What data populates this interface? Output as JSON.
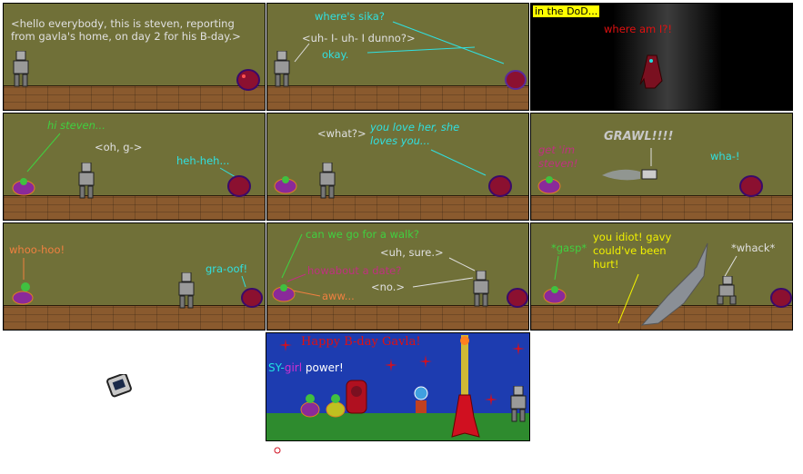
{
  "panels": [
    {
      "texts": [
        "<hello everybody, this is steven, reporting",
        "from gavla's home, on day 2 for his B-day.>"
      ]
    },
    {
      "texts": [
        "where's sika?",
        "<uh- I- uh- I dunno?>",
        "okay."
      ]
    },
    {
      "tag": "in the DoD...",
      "texts": [
        "where am I?!"
      ]
    },
    {
      "texts": [
        "hi steven...",
        "<oh, g->",
        "heh-heh..."
      ]
    },
    {
      "texts": [
        "<what?>",
        "you love her, she",
        "loves you..."
      ]
    },
    {
      "texts": [
        "get 'im",
        "steven!",
        "GRAWL!!!!",
        "wha-!"
      ]
    },
    {
      "texts": [
        "whoo-hoo!",
        "gra-oof!"
      ]
    },
    {
      "texts": [
        "can we go for a walk?",
        "<uh, sure.>",
        "howabout a date?",
        "<no.>",
        "aww..."
      ]
    },
    {
      "texts": [
        "*gasp*",
        "you idiot! gavy",
        "could've been",
        "hurt!",
        "*whack*"
      ]
    }
  ],
  "party": {
    "title": "Happy B-day Gavla!",
    "caption_a": "SY-",
    "caption_b": "girl",
    "caption_c": " power!"
  },
  "colors": {
    "panel_bg": "#707038",
    "floor": "#8a5a2e",
    "party_bg": "#1d3cb0",
    "grass": "#2e8b2e"
  },
  "icons": [
    "steven-robot-sprite",
    "gavla-dragon-sprite",
    "sika-sprite",
    "mini-computer-icon",
    "firework-icon"
  ]
}
